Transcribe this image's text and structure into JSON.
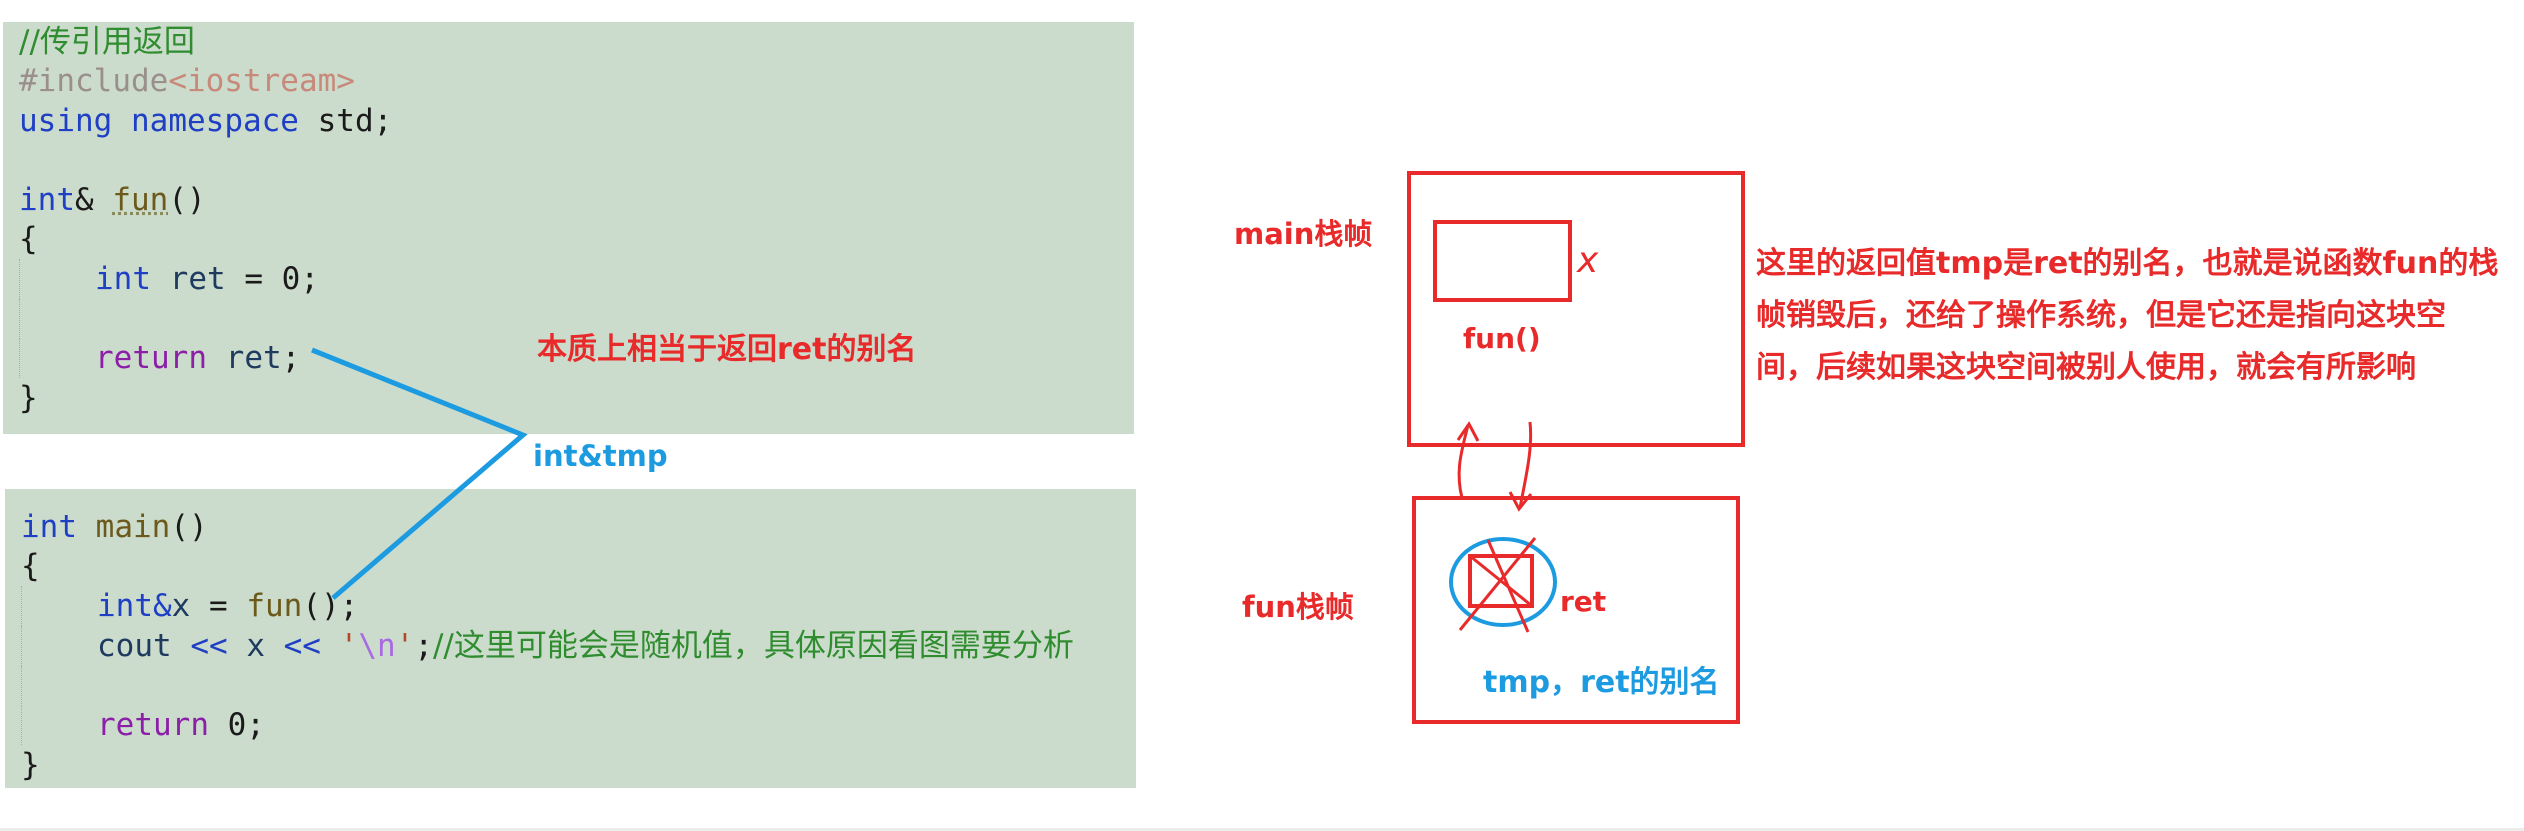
{
  "code_top": {
    "comment": "//传引用返回",
    "include_directive": "#include",
    "include_header": "<iostream>",
    "using_kw": "using",
    "namespace_kw": "namespace",
    "std_rest": " std;",
    "int_kw": "int",
    "ref_amp": "& ",
    "fun_name": "fun",
    "fun_parens": "()",
    "open_brace": "{",
    "decl_int": "int",
    "ret_var": "ret",
    "assign_zero": " = 0;",
    "return_kw": "return",
    "ret_var2": "ret",
    "semicolon": ";",
    "close_brace": "}"
  },
  "code_bottom": {
    "int_kw": "int",
    "main_name": "main",
    "main_parens": "()",
    "open_brace": "{",
    "int_ref": "int&",
    "x_var": "x",
    "assign": " = ",
    "fun_call": "fun",
    "call_rest": "();",
    "cout": "cout",
    "stream1": " << ",
    "x_var2": "x",
    "stream2": " << ",
    "quote_open": "'",
    "newline_esc": "\\n",
    "quote_close": "'",
    "stmt_end": ";",
    "comment": "//这里可能会是随机值，具体原因看图需要分析",
    "return_kw": "return",
    "return_rest": " 0;",
    "close_brace": "}"
  },
  "annotations": {
    "essence_note": "本质上相当于返回ret的别名",
    "int_tmp": "int&tmp",
    "main_frame_label": "main栈帧",
    "fun_frame_label": "fun栈帧",
    "x_mark": "x",
    "fun_call_label": "fun()",
    "ret_label": "ret",
    "alias_label": "tmp，ret的别名",
    "explanation_line1": "这里的返回值tmp是ret的别名，也就是说函数fun的栈",
    "explanation_line2": "帧销毁后，还给了操作系统，但是它还是指向这块空",
    "explanation_line3": "间，后续如果这块空间被别人使用，就会有所影响"
  },
  "colors": {
    "code_background": "#ccdccc",
    "annotation_red": "#e82a2a",
    "annotation_blue": "#1d9be0",
    "keyword_blue": "#1f3fc4",
    "keyword_purple": "#8b1fa8",
    "comment_green": "#2f8c2f"
  }
}
